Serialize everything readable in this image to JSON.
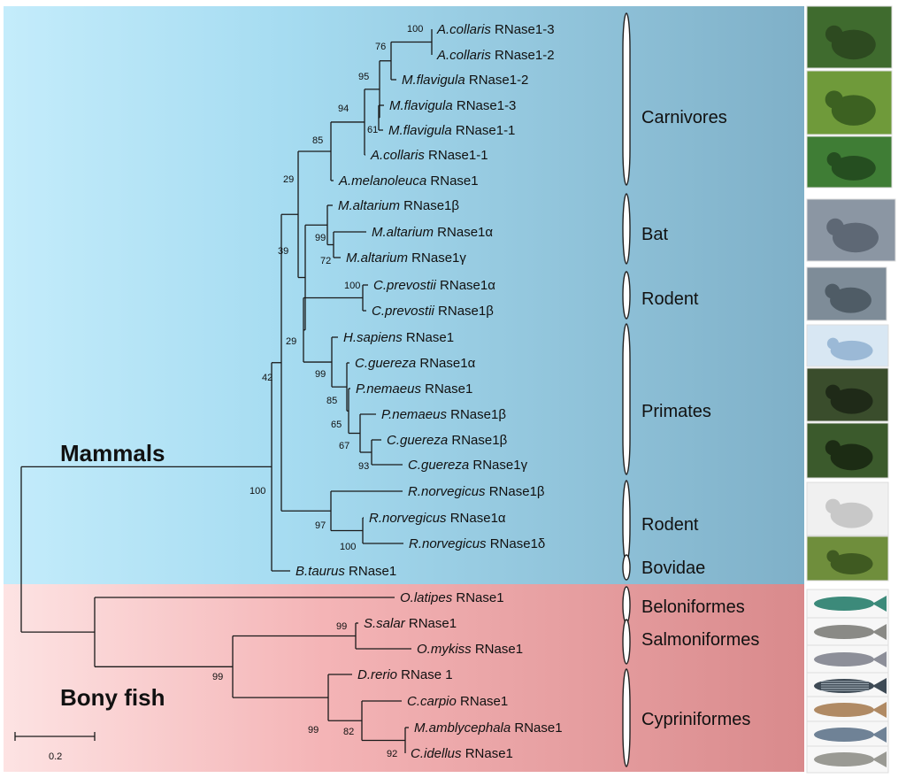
{
  "clades": {
    "mammals_label": "Mammals",
    "fish_label": "Bony fish"
  },
  "scale_label": "0.2",
  "colors": {
    "mammal_bg_light": "#c4ecfb",
    "mammal_bg_dark": "#7fb0c8",
    "fish_bg_light": "#fde3e3",
    "fish_bg_dark": "#d98a8c"
  },
  "leaves": [
    {
      "sp": "A.collaris",
      "gene": "RNase1-3"
    },
    {
      "sp": "A.collaris",
      "gene": "RNase1-2"
    },
    {
      "sp": "M.flavigula",
      "gene": "RNase1-2"
    },
    {
      "sp": "M.flavigula",
      "gene": "RNase1-3"
    },
    {
      "sp": "M.flavigula",
      "gene": "RNase1-1"
    },
    {
      "sp": "A.collaris",
      "gene": "RNase1-1"
    },
    {
      "sp": "A.melanoleuca",
      "gene": "RNase1"
    },
    {
      "sp": "M.altarium",
      "gene": "RNase1β"
    },
    {
      "sp": "M.altarium",
      "gene": "RNase1α"
    },
    {
      "sp": "M.altarium",
      "gene": "RNase1γ"
    },
    {
      "sp": "C.prevostii",
      "gene": "RNase1α"
    },
    {
      "sp": "C.prevostii",
      "gene": "RNase1β"
    },
    {
      "sp": "H.sapiens",
      "gene": "RNase1"
    },
    {
      "sp": "C.guereza",
      "gene": "RNase1α"
    },
    {
      "sp": "P.nemaeus",
      "gene": "RNase1"
    },
    {
      "sp": "P.nemaeus",
      "gene": "RNase1β"
    },
    {
      "sp": "C.guereza",
      "gene": "RNase1β"
    },
    {
      "sp": "C.guereza",
      "gene": "RNase1γ"
    },
    {
      "sp": "R.norvegicus",
      "gene": "RNase1β"
    },
    {
      "sp": "R.norvegicus",
      "gene": "RNase1α"
    },
    {
      "sp": "R.norvegicus",
      "gene": "RNase1δ"
    },
    {
      "sp": "B.taurus",
      "gene": "RNase1"
    },
    {
      "sp": "O.latipes",
      "gene": "RNase1"
    },
    {
      "sp": "S.salar",
      "gene": "RNase1"
    },
    {
      "sp": "O.mykiss",
      "gene": "RNase1"
    },
    {
      "sp": "D.rerio",
      "gene": "RNase 1"
    },
    {
      "sp": "C.carpio",
      "gene": "RNase1"
    },
    {
      "sp": "M.amblycephala",
      "gene": "RNase1"
    },
    {
      "sp": "C.idellus",
      "gene": "RNase1"
    }
  ],
  "bootstrap": [
    "100",
    "76",
    "95",
    "61",
    "94",
    "85",
    "29",
    "99",
    "72",
    "39",
    "100",
    "29",
    "99",
    "85",
    "65",
    "67",
    "93",
    "42",
    "100",
    "97",
    "100",
    "99",
    "99",
    "99",
    "82",
    "92"
  ],
  "groups": [
    "Carnivores",
    "Bat",
    "Rodent",
    "Primates",
    "Rodent",
    "Bovidae",
    "Beloniformes",
    "Salmoniformes",
    "Cypriniformes"
  ],
  "thumbnails": [
    "masked-palm-civet",
    "yellow-throated-marten",
    "giant-panda",
    "bat",
    "squirrel",
    "human-family",
    "douc-langur",
    "colobus-monkey",
    "rat",
    "cow",
    "medaka-fish",
    "salmon",
    "trout",
    "zebrafish",
    "carp",
    "bream",
    "grass-carp"
  ]
}
